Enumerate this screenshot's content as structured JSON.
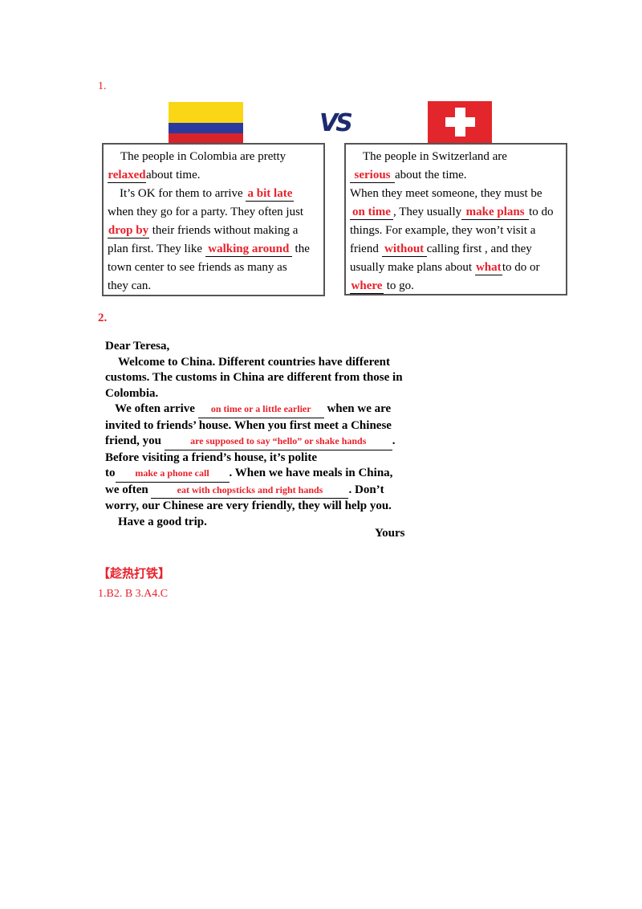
{
  "section1": {
    "number": "1.",
    "vs": "VS",
    "colombia": {
      "line1": "The people in Colombia are pretty",
      "blank1": "relaxed",
      "after1": "about time.",
      "line3a": "It’s OK for them to arrive ",
      "blank2": "a bit late",
      "line4": "when they go for a party. They often just",
      "blank3": "drop by",
      "after3": " their friends without making a",
      "line6a": "plan first. They like ",
      "blank4": "walking around",
      "after4": " the",
      "line7": "town center to see friends as many as",
      "line8": "they can."
    },
    "switzerland": {
      "line1": "The people in Switzerland are",
      "blank1": "serious",
      "after1": "about the time.",
      "line3": "When they meet someone, they must be",
      "blank2": "on time",
      "after2a": ", They usually",
      "blank3": "make plans",
      "after3": "to do",
      "line5": "things. For example, they won’t visit a",
      "line6a": "friend ",
      "blank4": "without",
      "after4": "calling first , and they",
      "line7a": "usually make plans about ",
      "blank5": "what",
      "after5": "to do or",
      "blank6": "where",
      "after6": " to go."
    }
  },
  "section2": {
    "number": "2.",
    "greeting": "Dear Teresa,",
    "l1": "Welcome to China. Different countries have different",
    "l2": "customs. The customs in China are different from those in",
    "l3": "Colombia.",
    "l4a": "We often arrive ",
    "b1": "on time or a little earlier",
    "l4b": " when we are",
    "l5": "invited to friends’ house. When you first meet a Chinese",
    "l6a": "friend, you ",
    "b2": "are supposed to say “hello” or shake hands",
    "l6b": ".",
    "l7": "Before visiting a friend’s house, it’s polite",
    "l8a": "to",
    "b3": "make a phone call",
    "l8b": ". When we have meals in China,",
    "l9a": "we often ",
    "b4": "eat with chopsticks and right hands",
    "l9b": ". Don’t",
    "l10": "worry, our Chinese are very friendly, they will help you.",
    "l11": "Have a good trip.",
    "closing": "Yours"
  },
  "section3": {
    "heading": "【趁热打铁】",
    "answers": "1.B2. B 3.A4.C"
  },
  "colors": {
    "answer_red": "#e8212a",
    "colombia_yellow": "#f9d616",
    "colombia_blue": "#2a3a9e",
    "colombia_red": "#d8232a",
    "swiss_red": "#e3262b"
  }
}
